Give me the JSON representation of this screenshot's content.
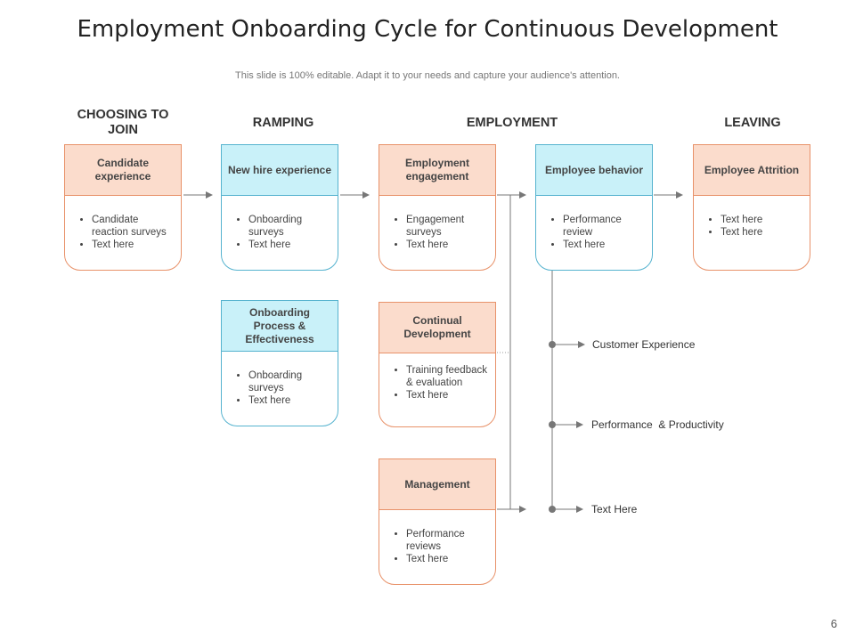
{
  "title": "Employment Onboarding Cycle for Continuous Development",
  "subtitle": "This slide is 100% editable. Adapt it to your needs and capture your audience's attention.",
  "stages": [
    "CHOOSING TO JOIN",
    "RAMPING",
    "EMPLOYMENT",
    "LEAVING"
  ],
  "cards": {
    "candidate": {
      "title": "Candidate experience",
      "items": [
        "Candidate reaction surveys",
        "Text here"
      ]
    },
    "newhire": {
      "title": "New hire experience",
      "items": [
        "Onboarding surveys",
        "Text here"
      ]
    },
    "engagement": {
      "title": "Employment engagement",
      "items": [
        "Engagement surveys",
        "Text here"
      ]
    },
    "behavior": {
      "title": "Employee behavior",
      "items": [
        "Performance review",
        "Text here"
      ]
    },
    "attrition": {
      "title": "Employee Attrition",
      "items": [
        "Text here",
        "Text here"
      ]
    },
    "process": {
      "title": "Onboarding Process & Effectiveness",
      "items": [
        "Onboarding surveys",
        "Text here"
      ]
    },
    "continual": {
      "title": "Continual Development",
      "items": [
        "Training feedback & evaluation",
        "Text here"
      ]
    },
    "management": {
      "title": "Management",
      "items": [
        "Performance reviews",
        "Text here"
      ]
    }
  },
  "outcomes": [
    "Customer Experience",
    "Performance  & Productivity",
    "Text Here"
  ],
  "page_number": "6",
  "colors": {
    "orange_border": "#e8926a",
    "orange_fill": "#fbdccc",
    "blue_border": "#56b3cf",
    "blue_fill": "#c9f1f9",
    "connector": "#777777"
  }
}
